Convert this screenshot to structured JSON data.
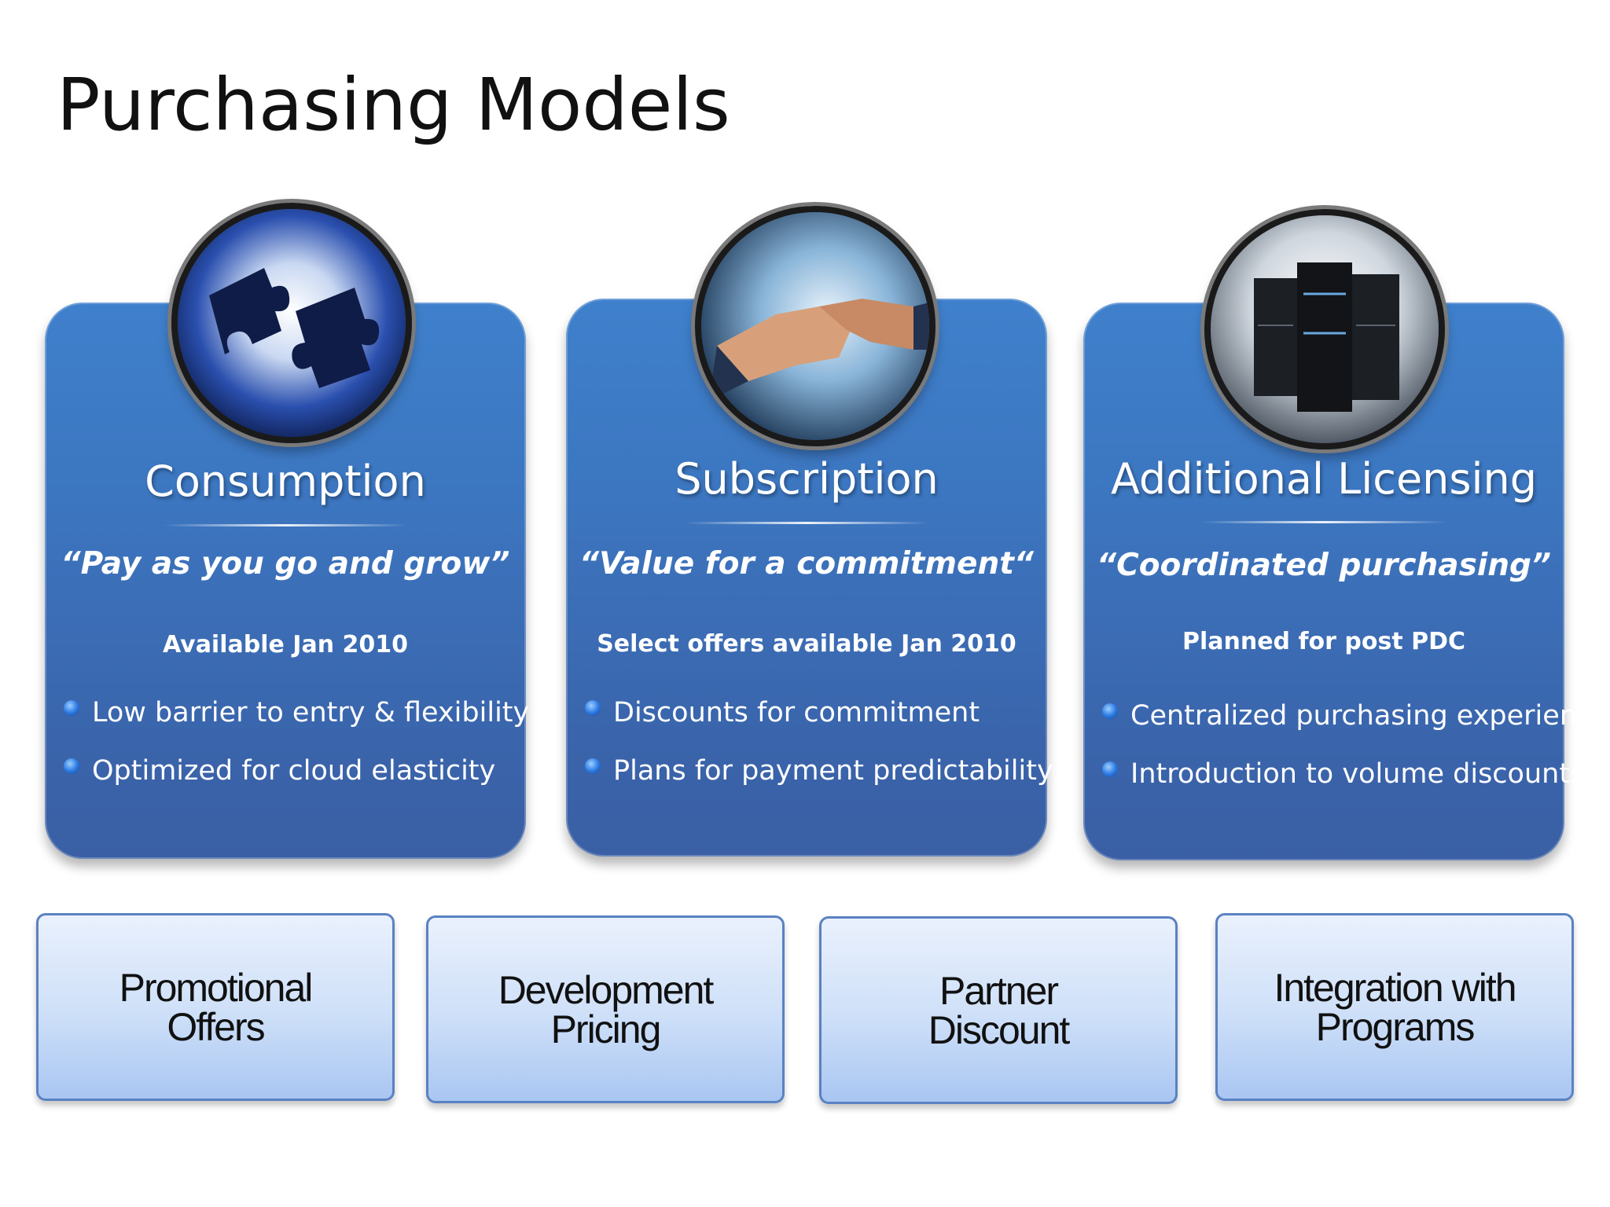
{
  "title": "Purchasing Models",
  "panels": [
    {
      "icon": "puzzle-icon",
      "title": "Consumption",
      "tagline": "“Pay as you go and grow”",
      "availability": "Available Jan 2010",
      "bullets": [
        "Low barrier to entry & flexibility",
        "Optimized for cloud elasticity"
      ]
    },
    {
      "icon": "handshake-icon",
      "title": "Subscription",
      "tagline": "“Value for a commitment“",
      "availability": "Select offers available Jan 2010",
      "bullets": [
        "Discounts for commitment",
        "Plans for payment predictability"
      ]
    },
    {
      "icon": "server-rack-icon",
      "title": "Additional Licensing",
      "tagline": "“Coordinated purchasing”",
      "availability": "Planned for post PDC",
      "bullets": [
        "Centralized purchasing experience",
        "Introduction to volume discounts"
      ]
    }
  ],
  "boxes": [
    {
      "line1": "Promotional",
      "line2": "Offers"
    },
    {
      "line1": "Development",
      "line2": "Pricing"
    },
    {
      "line1": "Partner",
      "line2": "Discount"
    },
    {
      "line1": "Integration with",
      "line2": "Programs"
    }
  ],
  "colors": {
    "panel_top": "#3f80cc",
    "panel_bottom": "#3a5fa4",
    "box_top": "#eaf1fd",
    "box_bottom": "#a9c6f2",
    "box_border": "#5a82c2",
    "title": "#111111"
  }
}
